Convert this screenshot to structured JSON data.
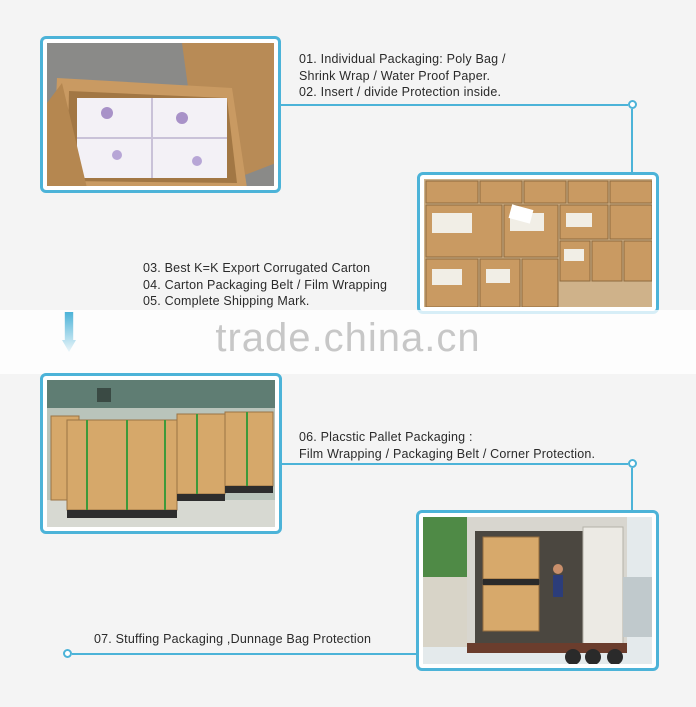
{
  "steps": {
    "step1": {
      "line1": "01. Individual Packaging: Poly Bag /",
      "line2": "Shrink Wrap / Water Proof Paper.",
      "line3": "02. Insert / divide Protection inside."
    },
    "step2": {
      "line1": "03. Best K=K Export Corrugated Carton",
      "line2": "04. Carton Packaging Belt / Film Wrapping",
      "line3": "05. Complete Shipping Mark."
    },
    "step3": {
      "line1": "06. Placstic Pallet Packaging :",
      "line2": "Film Wrapping / Packaging Belt / Corner Protection."
    },
    "step4": {
      "line1": "07. Stuffing Packaging ,Dunnage Bag Protection"
    }
  },
  "watermark": "trade.china.cn",
  "colors": {
    "accent": "#4cb3d8",
    "background": "#f4f4f4",
    "carton": "#c99a62"
  }
}
